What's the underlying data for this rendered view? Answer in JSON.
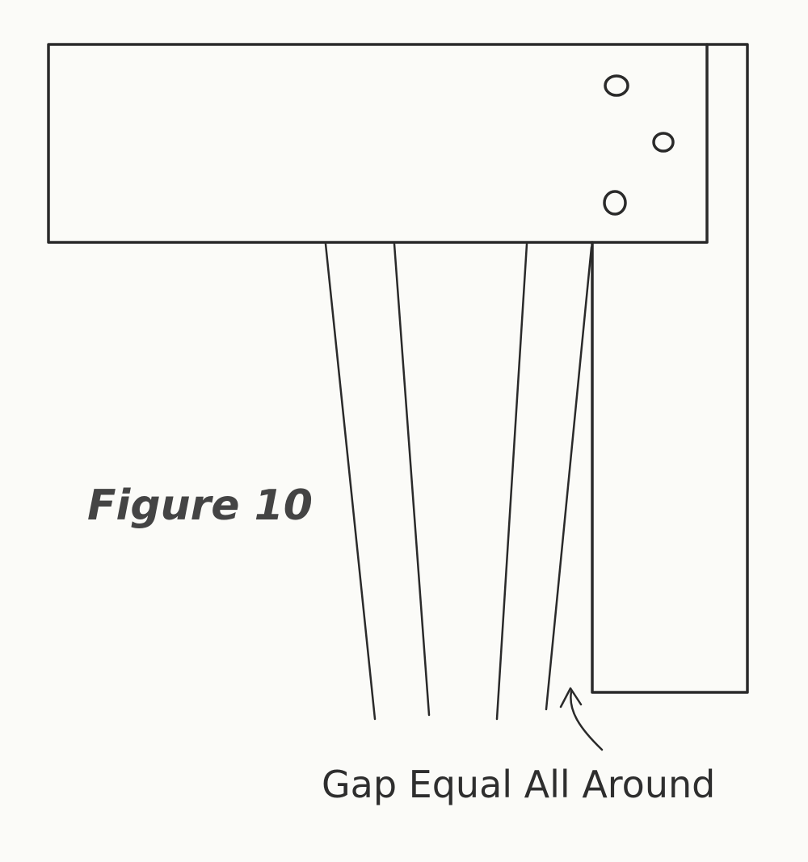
{
  "figure": {
    "title": "Figure 10",
    "annotation": "Gap Equal All Around"
  },
  "colors": {
    "paper": "#fbfbf8",
    "ink": "#2a2a2a",
    "title": "#444444"
  },
  "parts": {
    "beam": "horizontal-rail-rectangle",
    "holes": [
      "hole-top",
      "hole-middle",
      "hole-bottom"
    ],
    "post": "vertical-stile-outline",
    "tapered_leg": "tapered-leg",
    "arrow": "curved-arrow"
  }
}
